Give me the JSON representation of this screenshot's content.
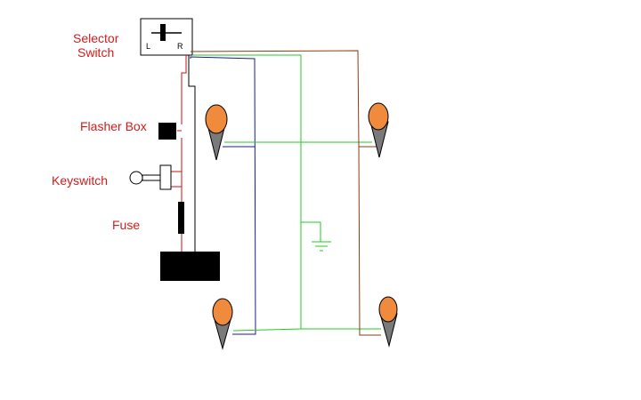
{
  "labels": {
    "selector_switch_line1": "Selector",
    "selector_switch_line2": "Switch",
    "flasher_box": "Flasher Box",
    "keyswitch": "Keyswitch",
    "fuse": "Fuse"
  },
  "switch": {
    "left_mark": "L",
    "right_mark": "R"
  },
  "colors": {
    "label_text": "#d41c1c",
    "wire_red": "#cc1111",
    "wire_black": "#000000",
    "wire_blue": "#1b1b8c",
    "wire_green": "#22cc22",
    "wire_brown": "#8b3b10",
    "lamp_lens": "#f08a3c",
    "lamp_body": "#7a7a7a",
    "battery": "#000000"
  },
  "icons": {
    "turn_signal": "turn-signal-lamp-icon",
    "ground": "ground-symbol-icon",
    "battery": "battery-icon",
    "key": "key-icon"
  }
}
